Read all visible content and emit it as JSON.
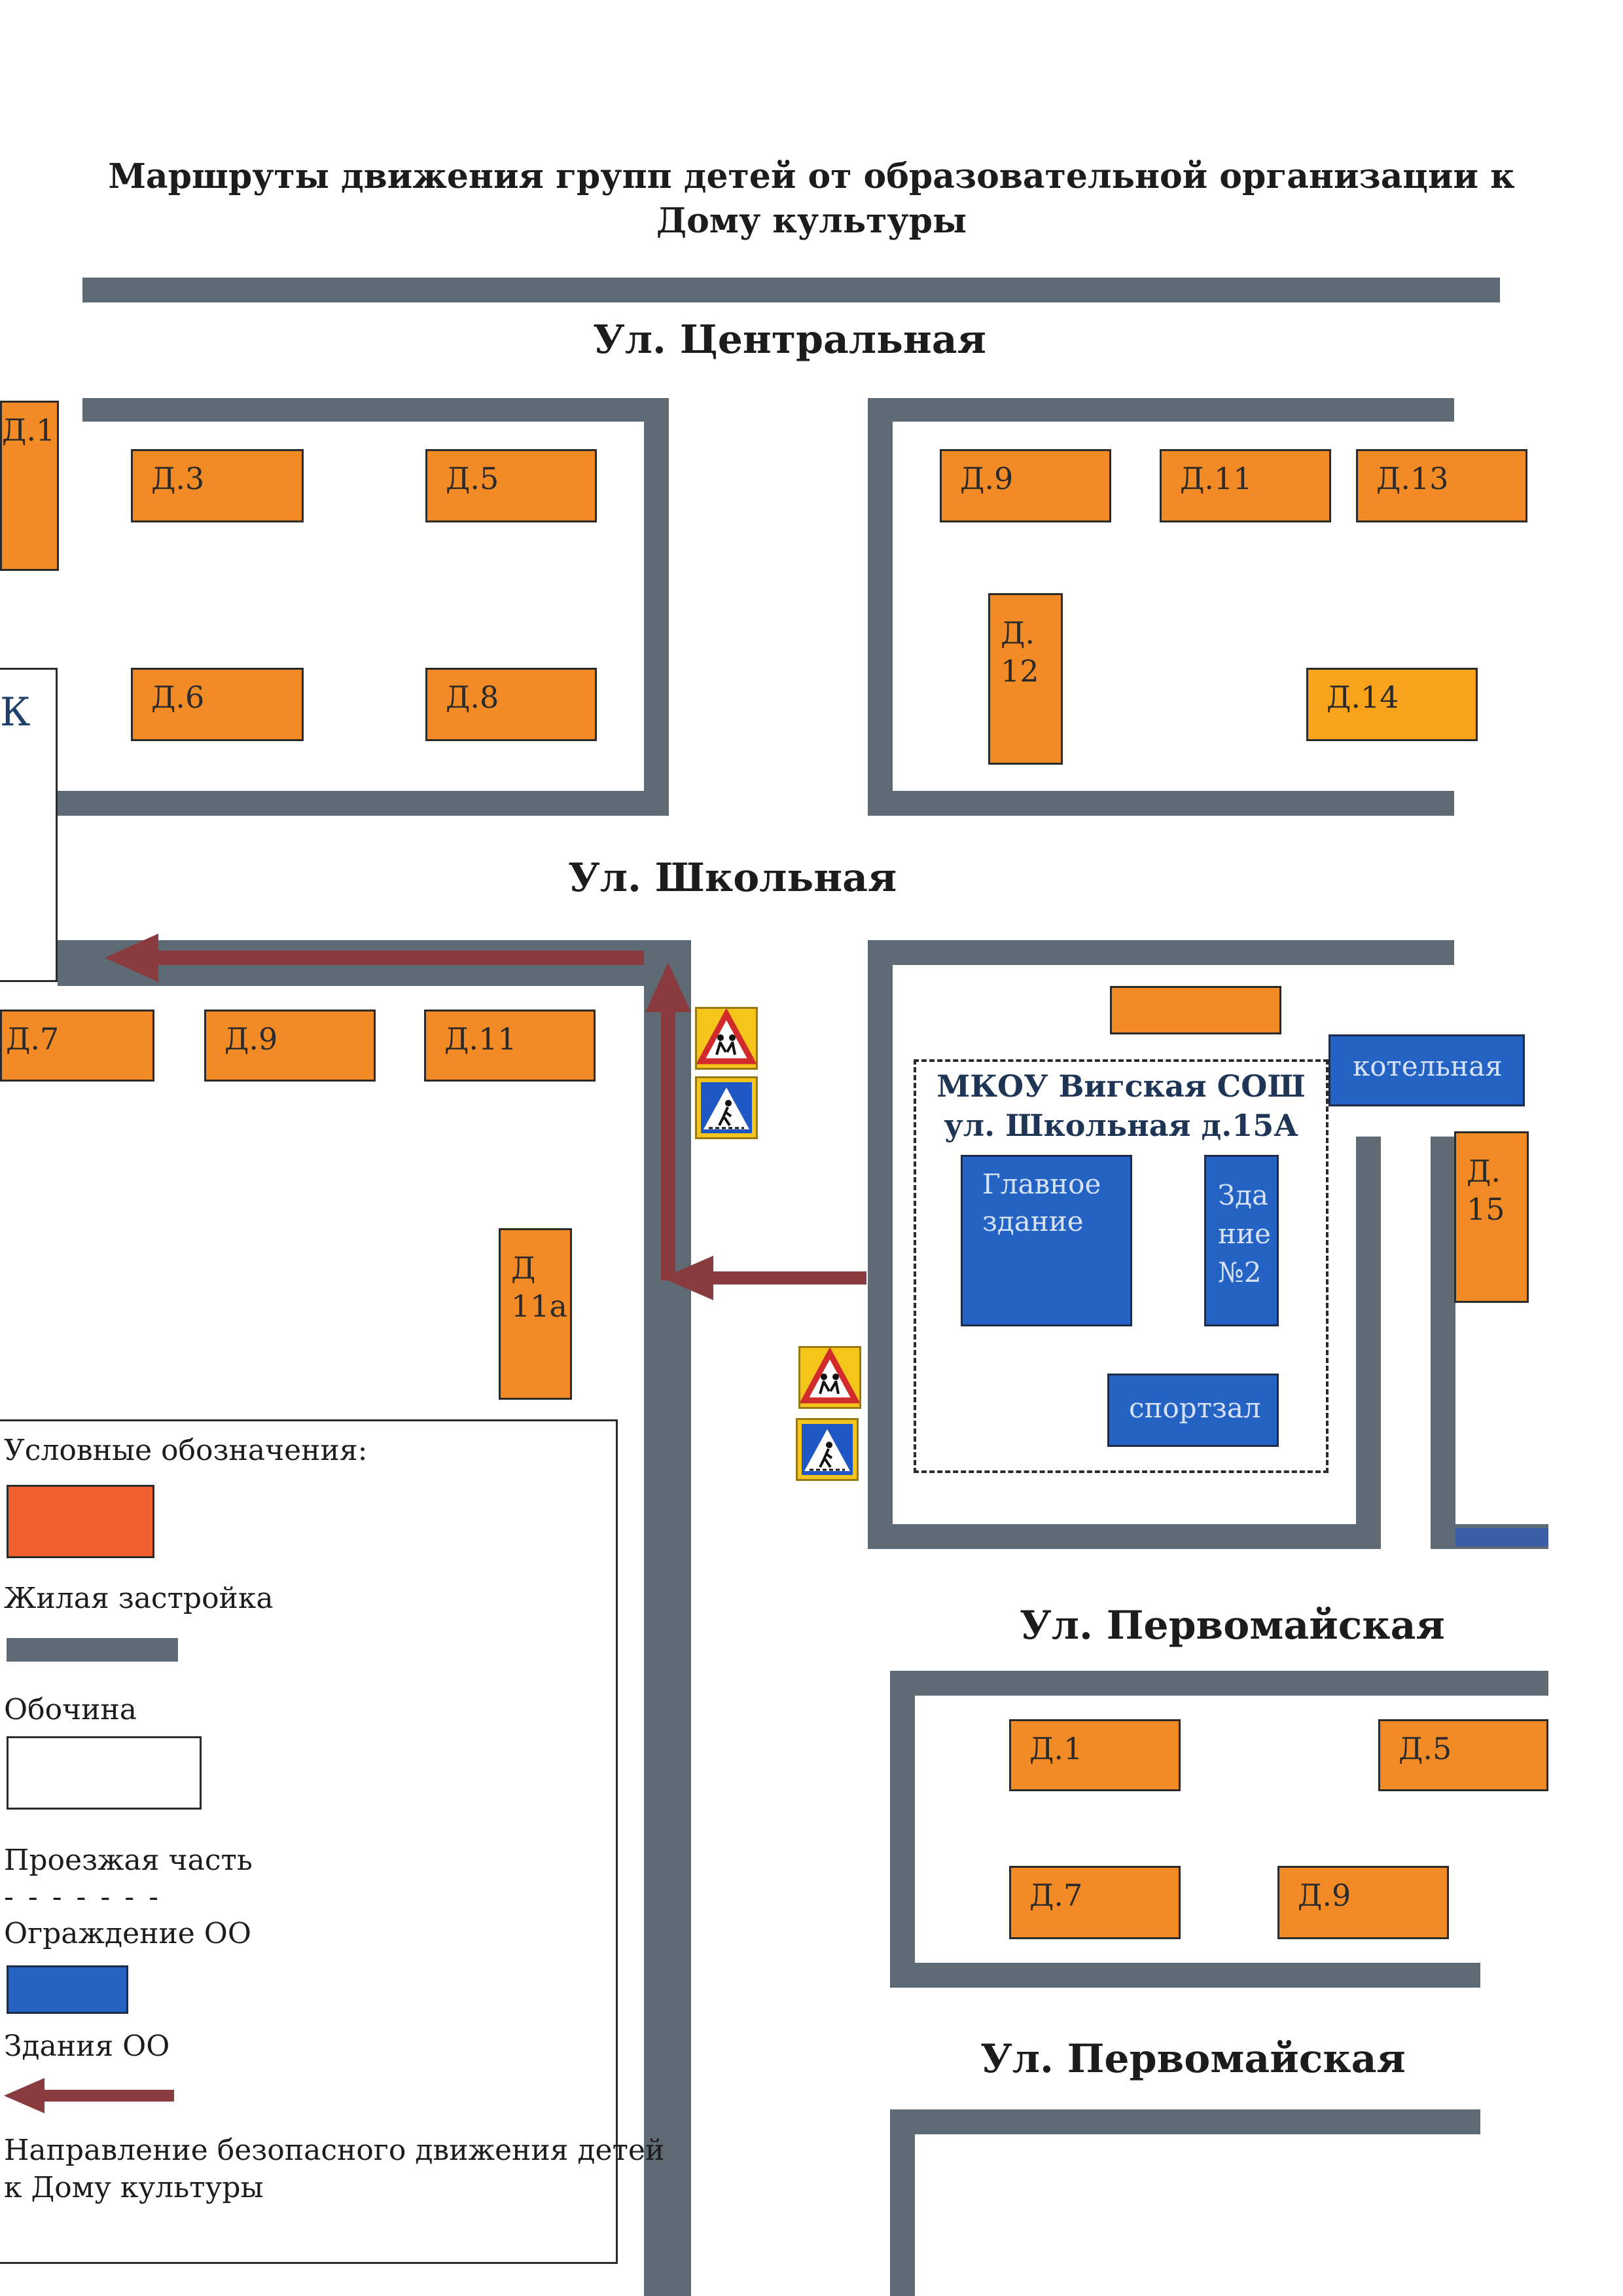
{
  "title": {
    "line1": "Маршруты  движения групп детей от образовательной организации к",
    "line2": "Дому культуры"
  },
  "streets": {
    "central": "Ул. Центральная",
    "school": "Ул. Школьная",
    "pervomayskaya_1": "Ул. Первомайская",
    "pervomayskaya_2": "Ул. Первомайская"
  },
  "houses": {
    "d1_top": "Д.1",
    "d3": "Д.3",
    "d5_top": "Д.5",
    "d6": "Д.6",
    "d8": "Д.8",
    "d9_top": "Д.9",
    "d11_top": "Д.11",
    "d13": "Д.13",
    "d12_line1": "Д.",
    "d12_line2": "12",
    "d14": "Д.14",
    "d7_mid": "Д.7",
    "d9_mid": "Д.9",
    "d11_mid": "Д.11",
    "d11a_line1": "Д",
    "d11a_line2": "11а",
    "d15_line1": "Д.",
    "d15_line2": "15",
    "d1_bottom": "Д.1",
    "d5_bottom": "Д.5",
    "d7_bottom": "Д.7",
    "d9_bottom": "Д.9"
  },
  "dk_label": "К",
  "school": {
    "name_line1": "МКОУ Вигская СОШ",
    "name_line2": "ул. Школьная д.15А",
    "main_building_line1": "Главное",
    "main_building_line2": "здание",
    "building2_line1": "Зда",
    "building2_line2": "ние",
    "building2_line3": "№2",
    "gym": "спортзал",
    "boiler": "котельная"
  },
  "legend": {
    "heading": "Условные обозначения:",
    "residential": "Жилая застройка",
    "roadside": "Обочина",
    "carriageway": "Проезжая часть",
    "fence_symbol": "- - - - - - -",
    "fence": "Ограждение ОО",
    "school_buildings": "Здания ОО",
    "route_line1": "Направление безопасного движения детей",
    "route_line2": "к Дому культуры"
  },
  "icons": {
    "children_sign": "children-warning-sign-icon",
    "crossing_sign": "pedestrian-crossing-sign-icon",
    "route_arrow": "route-arrow-icon"
  },
  "colors": {
    "residential": "#f28a26",
    "legend_residential": "#f0602e",
    "road": "#5f6b74",
    "school_building": "#2463c4",
    "route": "#8a3b3f",
    "sign_yellow": "#f5c51b"
  }
}
